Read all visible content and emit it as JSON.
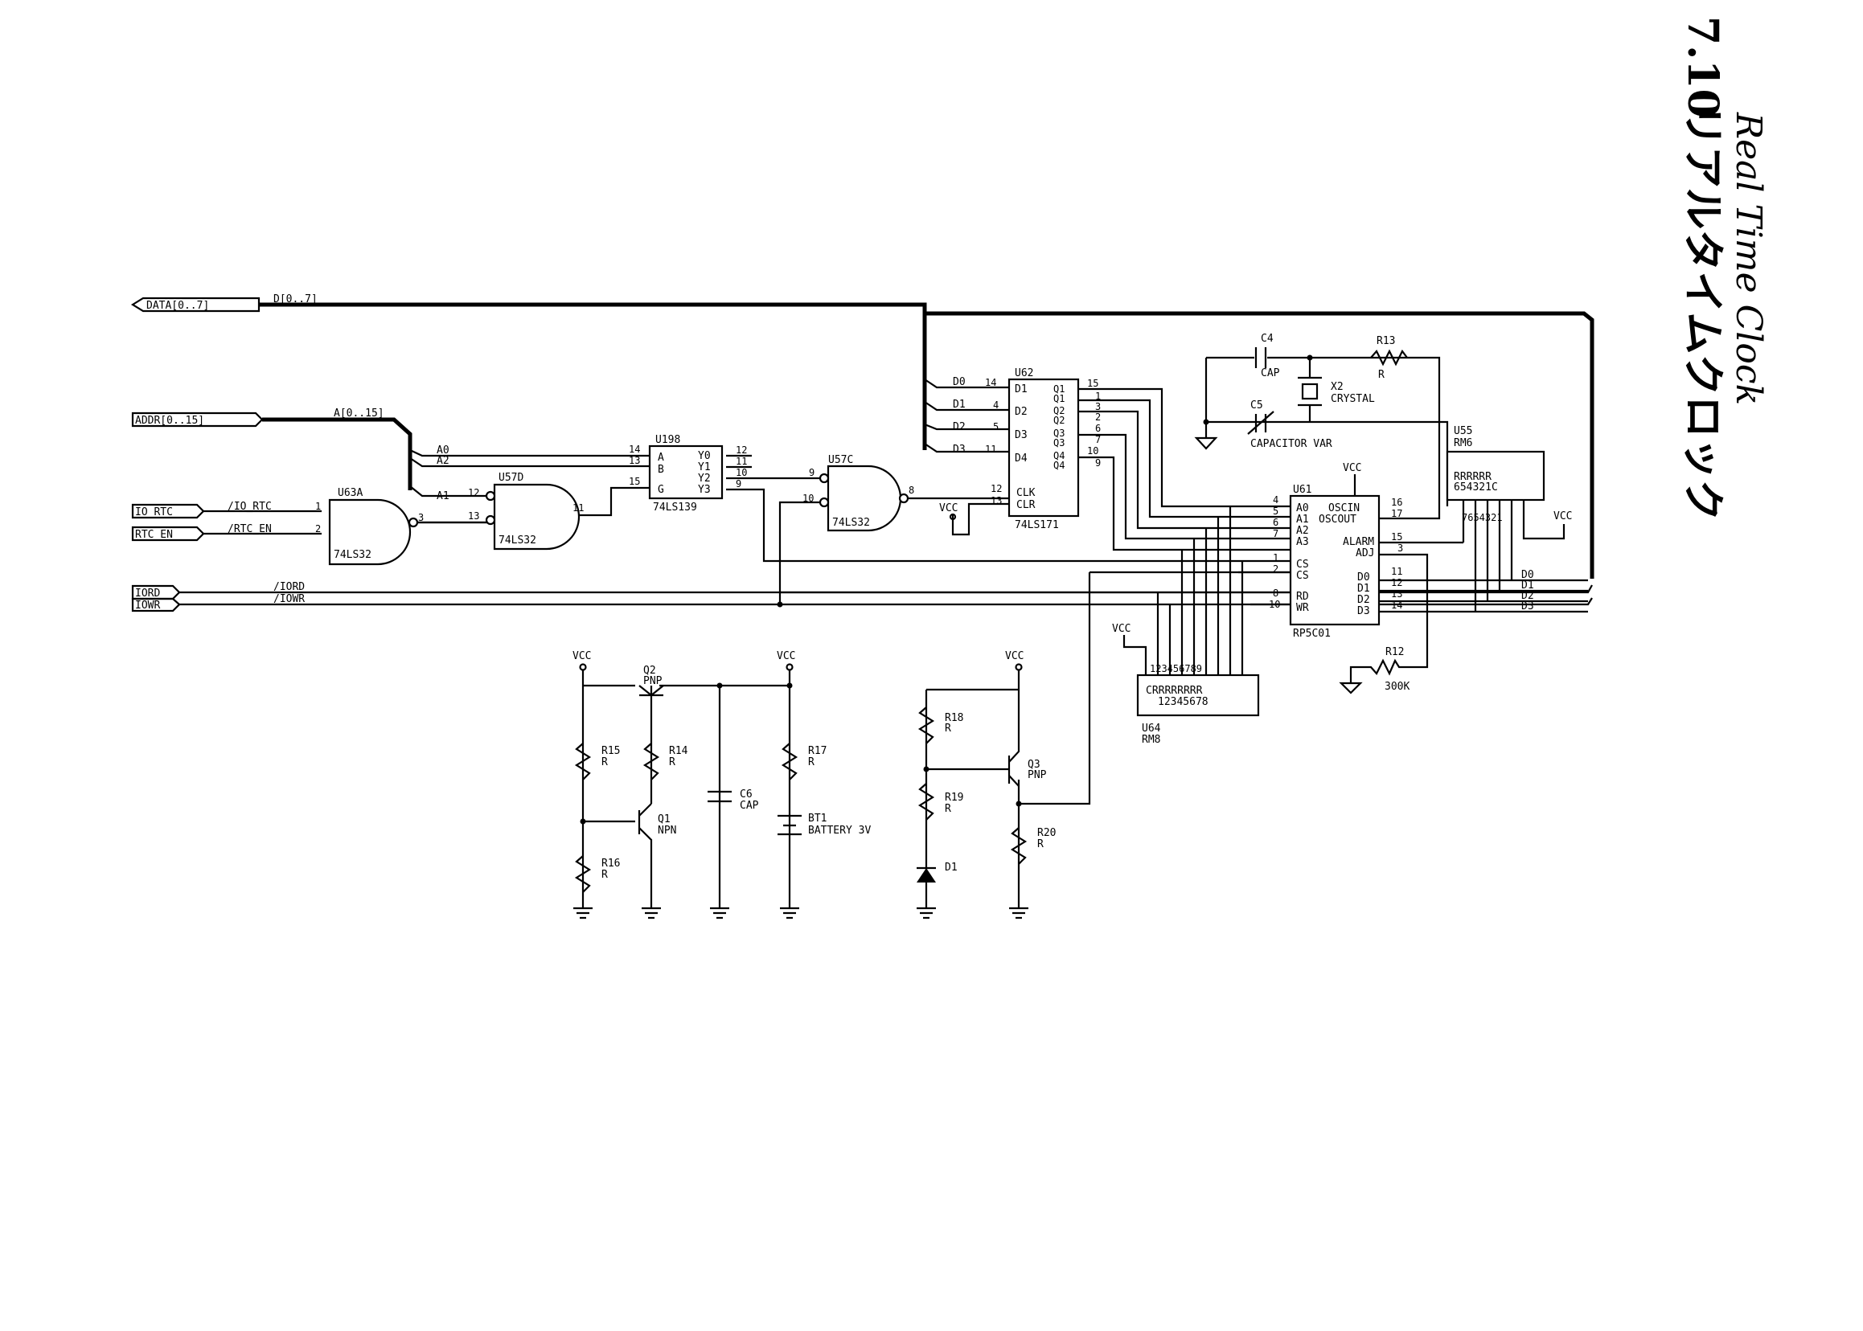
{
  "title": {
    "section": "7.10",
    "japanese": "リアルタイムクロック",
    "english": "Real Time Clock"
  },
  "ports": {
    "data": "DATA[0..7]",
    "addr": "ADDR[0..15]",
    "io_rtc": "IO_RTC",
    "rtc_en": "RTC_EN",
    "iord": "IORD",
    "iowr": "IOWR"
  },
  "nets": {
    "d_bus": "D[0..7]",
    "a_bus": "A[0..15]",
    "n_io_rtc": "/IO_RTC",
    "n_rtc_en": "/RTC_EN",
    "n_iord": "/IORD",
    "n_iowr": "/IOWR",
    "a0": "A0",
    "a1": "A1",
    "a2": "A2",
    "d0": "D0",
    "d1": "D1",
    "d2": "D2",
    "d3": "D3"
  },
  "parts": {
    "u63a": {
      "ref": "U63A",
      "type": "74LS32",
      "pin1": "1",
      "pin2": "2",
      "pin3": "3"
    },
    "u57d": {
      "ref": "U57D",
      "type": "74LS32",
      "pin12": "12",
      "pin13": "13",
      "pin11": "11"
    },
    "u198": {
      "ref": "U198",
      "type": "74LS139",
      "in_pins": [
        "14",
        "13",
        "15"
      ],
      "in_labels": [
        "A",
        "B",
        "G"
      ],
      "out_labels": [
        "Y0",
        "Y1",
        "Y2",
        "Y3"
      ],
      "out_pins": [
        "12",
        "11",
        "10",
        "9"
      ]
    },
    "u57c": {
      "ref": "U57C",
      "type": "74LS32",
      "pin9": "9",
      "pin10": "10",
      "pin8": "8"
    },
    "u62": {
      "ref": "U62",
      "type": "74LS171",
      "d_labels": [
        "D1",
        "D2",
        "D3",
        "D4"
      ],
      "d_pins": [
        "14",
        "4",
        "5",
        "11"
      ],
      "q_labels": [
        "Q1",
        "Q1",
        "Q2",
        "Q2",
        "Q3",
        "Q3",
        "Q4",
        "Q4"
      ],
      "q_pins": [
        "15",
        "1",
        "3",
        "2",
        "6",
        "7",
        "10",
        "9"
      ],
      "clk": "CLK",
      "clr": "CLR",
      "clk_pin": "12",
      "clr_pin": "13"
    },
    "u61": {
      "ref": "U61",
      "type": "RP5C01",
      "left_labels": [
        "A0",
        "A1",
        "A2",
        "A3",
        "CS",
        "CS",
        "RD",
        "WR"
      ],
      "left_pins": [
        "4",
        "5",
        "6",
        "7",
        "1",
        "2",
        "8",
        "10"
      ],
      "right_labels": [
        "OSCIN",
        "OSCOUT",
        "ALARM",
        "ADJ",
        "D0",
        "D1",
        "D2",
        "D3"
      ],
      "right_pins": [
        "16",
        "17",
        "15",
        "3",
        "11",
        "12",
        "13",
        "14"
      ]
    },
    "u64": {
      "ref": "U64",
      "type": "RM8",
      "pins": "123456789",
      "body1": "CRRRRRRRR",
      "body2": "12345678"
    },
    "u55": {
      "ref": "U55",
      "type": "RM6",
      "body1": "RRRRRR",
      "body2": "654321C",
      "pins": "7654321"
    },
    "c4": {
      "ref": "C4",
      "type": "CAP"
    },
    "r13": {
      "ref": "R13",
      "type": "R"
    },
    "x2": {
      "ref": "X2",
      "type": "CRYSTAL"
    },
    "c5": {
      "ref": "C5",
      "type": "CAPACITOR VAR"
    },
    "r12": {
      "ref": "R12",
      "value": "300K"
    },
    "q2": {
      "ref": "Q2",
      "type": "PNP"
    },
    "q1": {
      "ref": "Q1",
      "type": "NPN"
    },
    "q3": {
      "ref": "Q3",
      "type": "PNP"
    },
    "r14": {
      "ref": "R14",
      "type": "R"
    },
    "r15": {
      "ref": "R15",
      "type": "R"
    },
    "r16": {
      "ref": "R16",
      "type": "R"
    },
    "r17": {
      "ref": "R17",
      "type": "R"
    },
    "r18": {
      "ref": "R18",
      "type": "R"
    },
    "r19": {
      "ref": "R19",
      "type": "R"
    },
    "r20": {
      "ref": "R20",
      "type": "R"
    },
    "c6": {
      "ref": "C6",
      "type": "CAP"
    },
    "bt1": {
      "ref": "BT1",
      "type": "BATTERY 3V"
    },
    "d1": {
      "ref": "D1"
    }
  },
  "power": {
    "vcc": "VCC"
  }
}
